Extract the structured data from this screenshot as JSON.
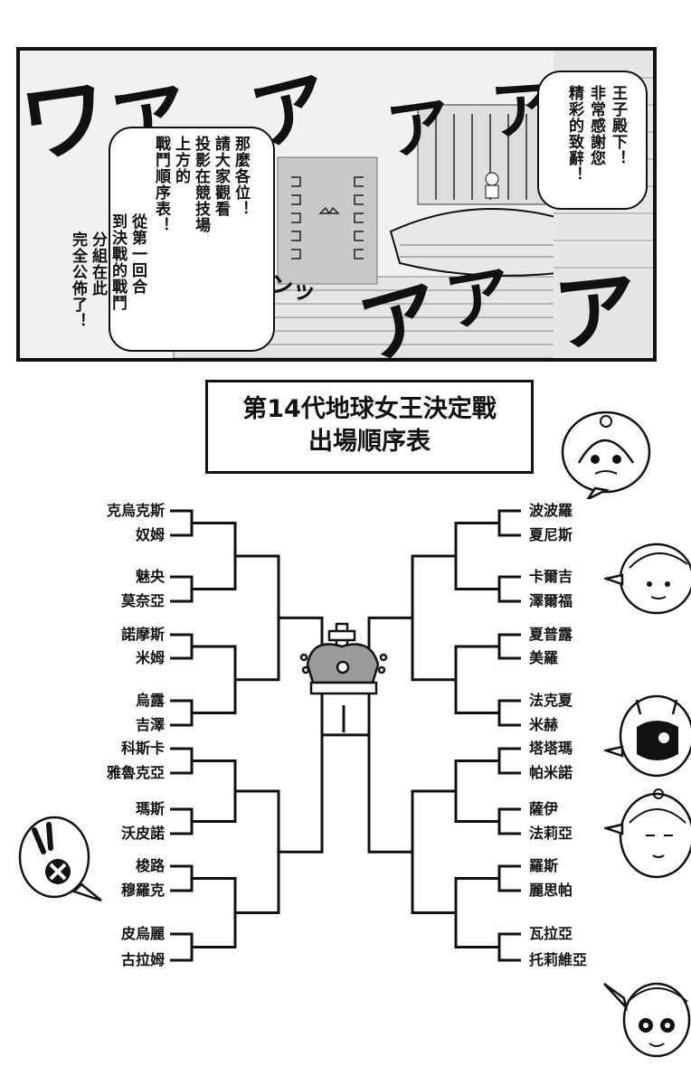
{
  "comic": {
    "bubble_left": {
      "columns": [
        "那麼各位！",
        "請大家觀看",
        "投影在競技場",
        "上方的",
        "戰鬥順序表！",
        "從第一回合",
        "到決戰的戰鬥",
        "分組在此",
        "完全公佈了！"
      ]
    },
    "bubble_right": {
      "columns": [
        "王子殿下！",
        "非常感謝您",
        "精彩的致辭！"
      ]
    },
    "sfx": [
      "ワ",
      "ア",
      "ア",
      "ア",
      "ア",
      "ア",
      "ア",
      "ア",
      "ヴンッ"
    ]
  },
  "title": {
    "line1": "第14代地球女王決定戰",
    "line2": "出場順序表"
  },
  "bracket": {
    "left": [
      "克烏克斯",
      "奴姆",
      "魅央",
      "莫奈亞",
      "諾摩斯",
      "米姆",
      "烏露",
      "吉澤",
      "科斯卡",
      "雅魯克亞",
      "瑪斯",
      "沃皮諾",
      "梭路",
      "穆羅克",
      "皮烏麗",
      "古拉姆"
    ],
    "right": [
      "波波羅",
      "夏尼斯",
      "卡爾吉",
      "澤爾福",
      "夏普露",
      "美羅",
      "法克夏",
      "米赫",
      "塔塔瑪",
      "帕米諾",
      "薩伊",
      "法莉亞",
      "羅斯",
      "麗思帕",
      "瓦拉亞",
      "托莉維亞"
    ]
  }
}
